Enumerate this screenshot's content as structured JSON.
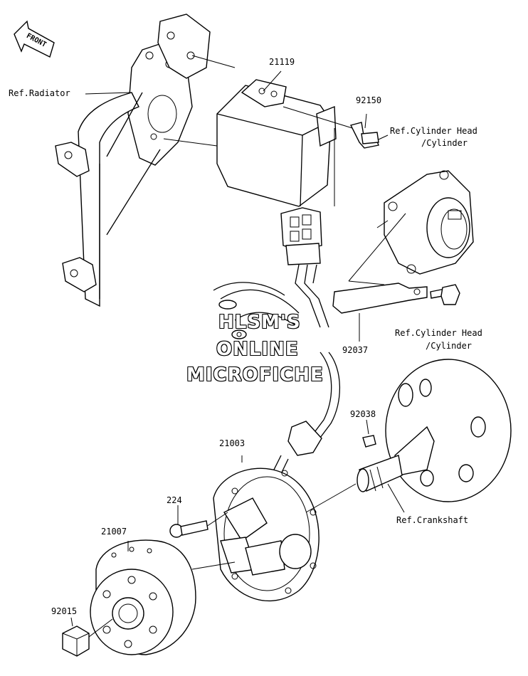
{
  "front_marker": "FRONT",
  "labels": {
    "ref_radiator": "Ref.Radiator",
    "p21119": "21119",
    "p92150": "92150",
    "ref_cyl_head_1a": "Ref.Cylinder Head",
    "ref_cyl_head_1b": "/Cylinder",
    "ref_cyl_head_2a": "Ref.Cylinder Head",
    "ref_cyl_head_2b": "/Cylinder",
    "p92037": "92037",
    "p92038": "92038",
    "p21003": "21003",
    "p224": "224",
    "p21007": "21007",
    "p92015": "92015",
    "ref_crankshaft": "Ref.Crankshaft"
  },
  "watermark": {
    "line1": "HLSM'S",
    "line2": "ONLINE",
    "line3": "MICROFICHE"
  }
}
